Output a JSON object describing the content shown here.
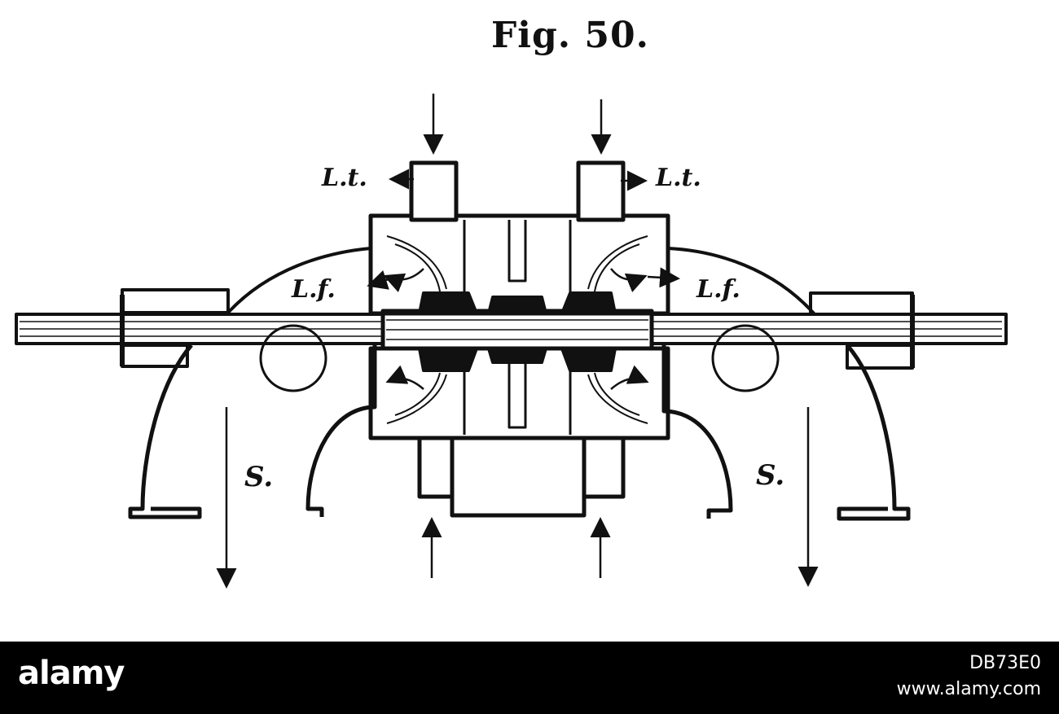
{
  "figure": {
    "title": "Fig. 50.",
    "labels": {
      "lt_left": "L.t.",
      "lt_right": "L.t.",
      "lf_left": "L.f.",
      "lf_right": "L.f.",
      "s_left": "S.",
      "s_right": "S."
    }
  },
  "footer": {
    "brand": "alamy",
    "image_id": "DB73E0",
    "url": "www.alamy.com"
  },
  "colors": {
    "ink": "#111111",
    "paper": "#ffffff",
    "footer_bg": "#000000",
    "footer_text": "#ffffff"
  }
}
